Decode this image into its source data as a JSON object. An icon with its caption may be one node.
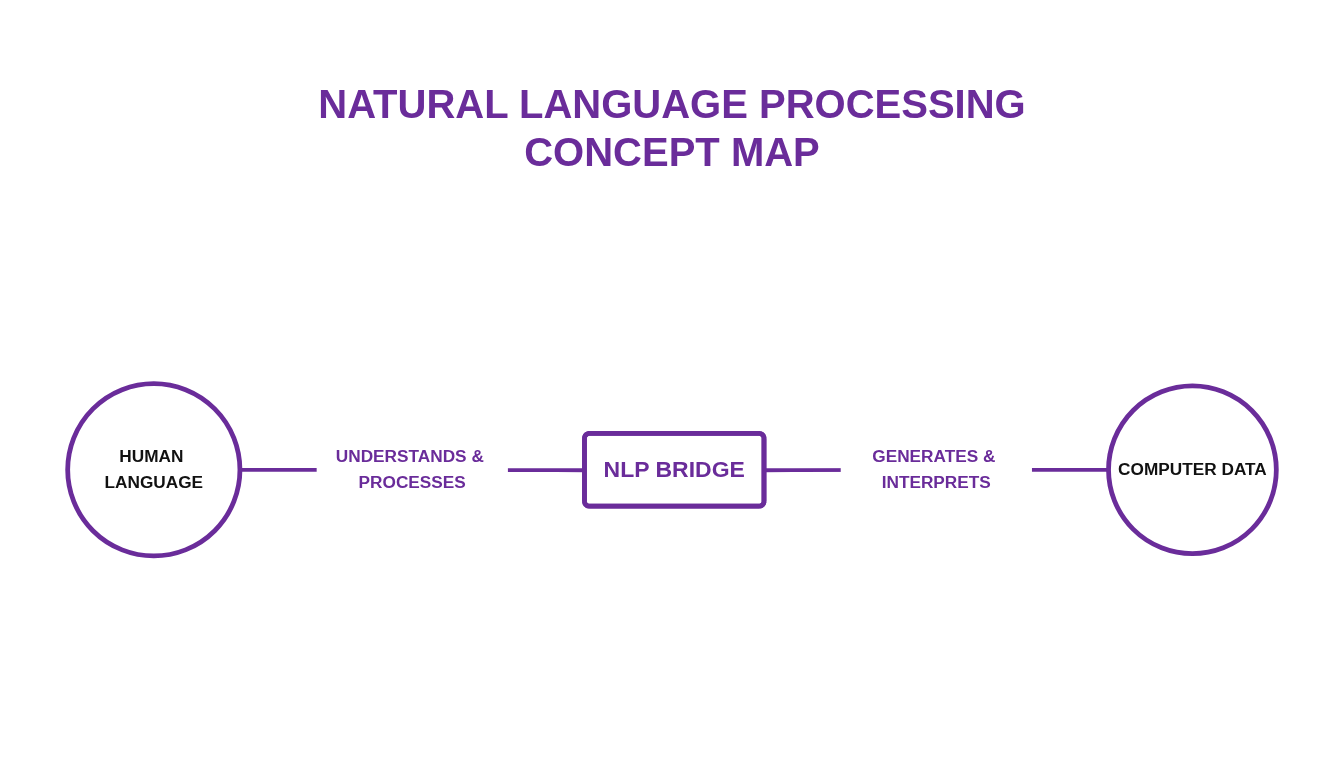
{
  "diagram": {
    "title": "NATURAL LANGUAGE PROCESSING CONCEPT MAP",
    "nodes": [
      {
        "text": [
          "HUMAN LANGUAGE"
        ]
      },
      {
        "text": [
          "NLP BRIDGE"
        ]
      },
      {
        "text": [
          "COMPUTER DATA"
        ]
      }
    ],
    "edges": [
      {
        "from": 0,
        "to": 1,
        "arrow": "none",
        "label": "UNDERSTANDS & PROCESSES"
      },
      {
        "from": 1,
        "to": 2,
        "arrow": "none",
        "label": "GENERATES & INTERPRETS"
      }
    ]
  }
}
